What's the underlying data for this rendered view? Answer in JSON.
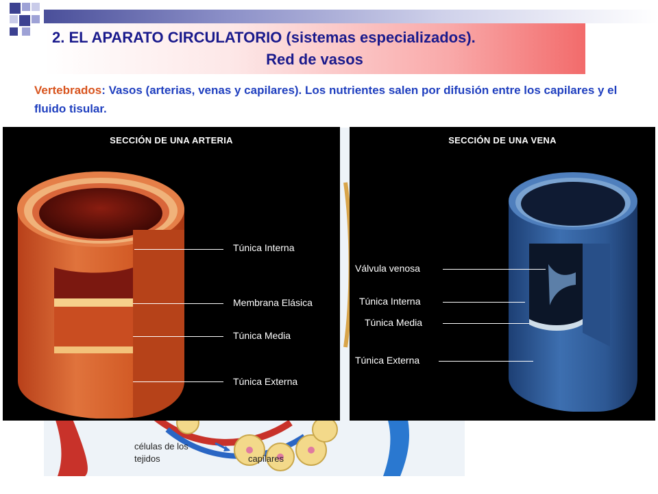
{
  "title": {
    "line1": "2. EL APARATO CIRCULATORIO (sistemas especializados).",
    "line2": "Red de vasos"
  },
  "body": {
    "term": "Vertebrados",
    "separator": ": ",
    "text": "Vasos (arterias, venas y capilares). Los nutrientes salen por difusión entre los capilares y el fluido tisular."
  },
  "artery": {
    "title": "SECCIÓN DE UNA ARTERIA",
    "labels": [
      "Túnica Interna",
      "Membrana Elásica",
      "Túnica Media",
      "Túnica Externa"
    ]
  },
  "vein": {
    "title": "SECCIÓN DE UNA VENA",
    "labels": [
      "Válvula venosa",
      "Túnica Interna",
      "Túnica Media",
      "Túnica Externa"
    ]
  },
  "background_illustration": {
    "labels": [
      "células de los tejidos",
      "capilares"
    ]
  },
  "colors": {
    "title_text": "#1a1a8c",
    "body_text": "#1f3fbf",
    "term_text": "#d8541e",
    "artery": "#d9602b",
    "vein": "#2f5d9a"
  }
}
